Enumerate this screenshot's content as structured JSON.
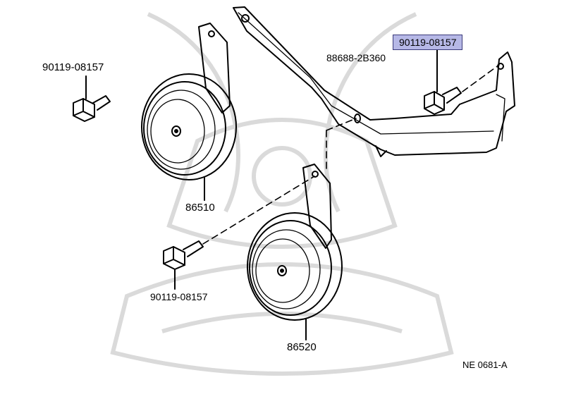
{
  "labels": {
    "bracket": "88688-2B360",
    "bolt_highlighted": "90119-08157",
    "bolt_left": "90119-08157",
    "horn_upper": "86510",
    "bolt_bottom": "90119-08157",
    "horn_lower": "86520",
    "ref_code": "NE 0681-A"
  },
  "colors": {
    "line": "#000000",
    "highlight_fill": "#b6b8e6",
    "watermark": "#d9d9d9"
  },
  "icons": [
    "watermark-emblem-icon",
    "horn-icon",
    "bolt-icon",
    "bracket-icon"
  ]
}
